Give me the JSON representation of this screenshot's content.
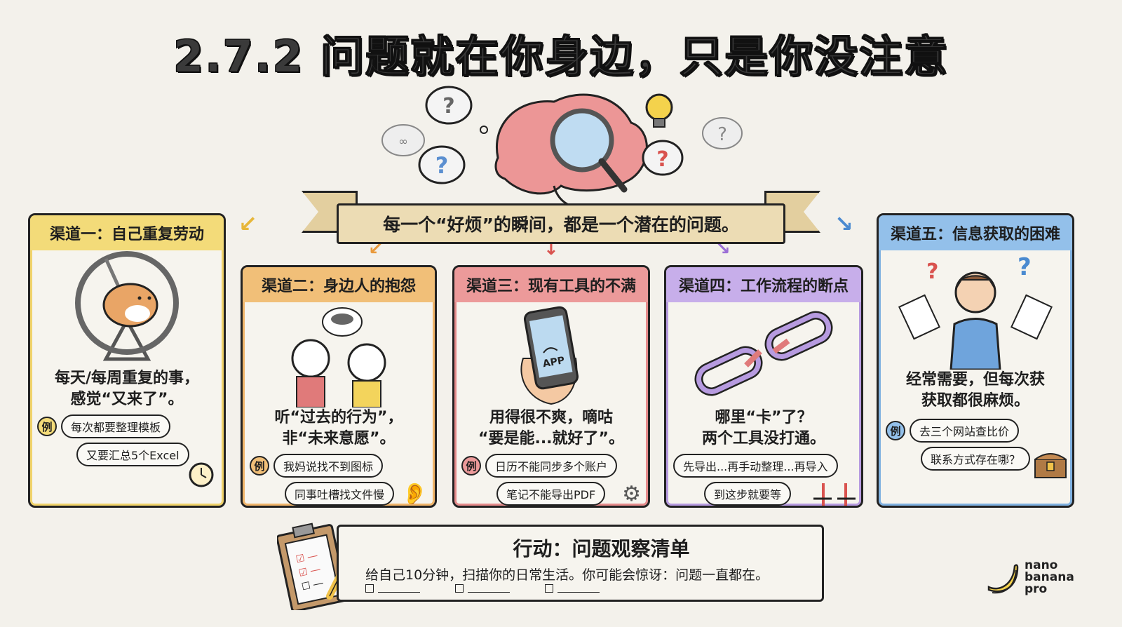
{
  "title": "2.7.2 问题就在你身边，只是你没注意",
  "banner": "每一个“好烦”的瞬间，都是一个潜在的问题。",
  "hero_icons": [
    "brain-icon",
    "magnifier-icon",
    "question-bubble-icon",
    "lightbulb-icon",
    "chat-bubble-icon"
  ],
  "colors": {
    "channel1": "#f3db79",
    "channel2": "#f1bf78",
    "channel3": "#ec9a9a",
    "channel4": "#c7aeea",
    "channel5": "#93c0ea"
  },
  "channels": [
    {
      "title": "渠道一：自己重复劳动",
      "icon": "hamster-wheel-icon",
      "text_line1": "每天/每周重复的事，",
      "text_line2": "感觉“又来了”。",
      "example_badge": "例",
      "examples": [
        "每次都要整理模板",
        "又要汇总5个Excel"
      ],
      "corner_icon": "alarm-clock-icon"
    },
    {
      "title": "渠道二：身边人的抱怨",
      "icon": "arguing-people-icon",
      "text_line1": "听“过去的行为”，",
      "text_line2": "非“未来意愿”。",
      "example_badge": "例",
      "examples": [
        "我妈说找不到图标",
        "同事吐槽找文件慢"
      ],
      "corner_icon": "ear-icon"
    },
    {
      "title": "渠道三：现有工具的不满",
      "icon": "sad-phone-icon",
      "phone_label": "APP",
      "text_line1": "用得很不爽，嘀咕",
      "text_line2": "“要是能...就好了”。",
      "example_badge": "例",
      "examples": [
        "日历不能同步多个账户",
        "笔记不能导出PDF"
      ],
      "corner_icon": "gears-icon"
    },
    {
      "title": "渠道四：工作流程的断点",
      "icon": "broken-chain-icon",
      "text_line1": "哪里“卡”了？",
      "text_line2": "两个工具没打通。",
      "examples": [
        "先导出...再手动整理...再导入",
        "到这步就要等"
      ],
      "corner_icon": "broken-bridge-icon"
    },
    {
      "title": "渠道五：信息获取的困难",
      "icon": "confused-person-icon",
      "text_line1": "经常需要，但每次获",
      "text_line2": "获取都很麻烦。",
      "example_badge": "例",
      "examples": [
        "去三个网站查比价",
        "联系方式存在哪？"
      ],
      "corner_icon": "treasure-chest-icon"
    }
  ],
  "action": {
    "title": "行动：问题观察清单",
    "description": "给自己10分钟，扫描你的日常生活。你可能会惊讶：问题一直都在。",
    "blanks": [
      "",
      "",
      ""
    ]
  },
  "logo": {
    "line1": "nano",
    "line2": "banana",
    "line3": "pro"
  }
}
